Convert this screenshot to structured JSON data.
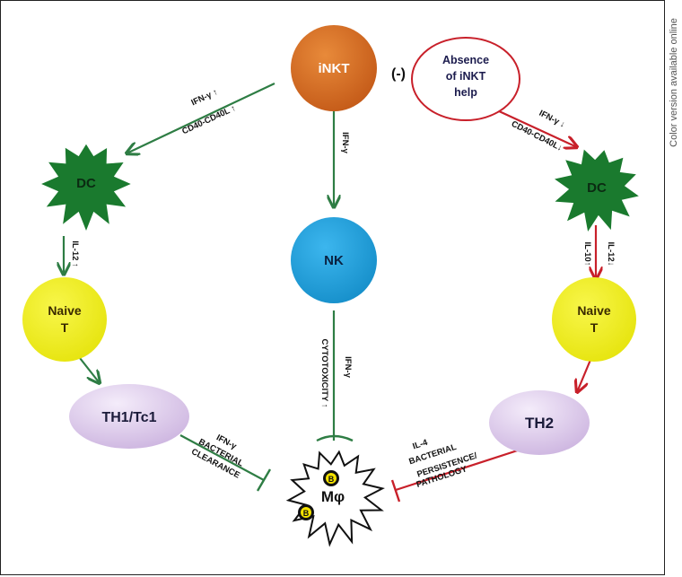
{
  "side_note": "Color version available online",
  "nodes": {
    "inkt": "iNKT",
    "minus": "(-)",
    "absence_line1": "Absence",
    "absence_line2": "of iNKT",
    "absence_line3": "help",
    "dc_left": "DC",
    "dc_right": "DC",
    "nk": "NK",
    "naive_left_line1": "Naive",
    "naive_left_line2": "T",
    "naive_right_line1": "Naive",
    "naive_right_line2": "T",
    "th1": "TH1/Tc1",
    "th2": "TH2",
    "macrophage": "Mφ",
    "bacteria": "B"
  },
  "edge_labels": {
    "inkt_dc_ifn": "IFN-γ ↑",
    "inkt_dc_cd40": "CD40-CD40L ↑",
    "inkt_nk": "IFN-γ",
    "dc_naive_left": "IL-12 ↑",
    "nk_macro_ifn": "IFN-γ",
    "nk_macro_cyto": "CYTOTOXICITY ↑",
    "th1_macro_ifn": "IFN-γ",
    "th1_macro_bact": "BACTERIAL",
    "th1_macro_clear": "CLEARANCE",
    "abs_dc_ifn": "IFN-γ ↓",
    "abs_dc_cd40": "CD40-CD40L↓",
    "dc_naive_il10": "IL-10↑",
    "dc_naive_il12": "IL-12↓",
    "th2_macro_il4": "IL-4",
    "th2_macro_bact": "BACTERIAL",
    "th2_macro_pers": "PERSISTENCE/",
    "th2_macro_path": "PATHOLOGY"
  },
  "colors": {
    "inkt": "#d2691e",
    "dc": "#1a7a2e",
    "nk": "#1ea0dc",
    "naive": "#f0ef1c",
    "th": "#e2d3ef",
    "green_arrow": "#2e7d44",
    "red_arrow": "#c8202a",
    "absence_border": "#c8202a"
  }
}
